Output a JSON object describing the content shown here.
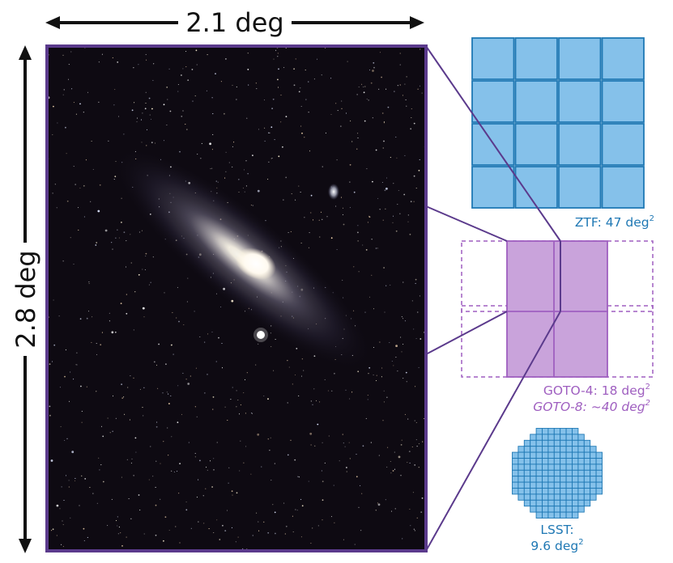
{
  "dimensions": {
    "width_label": "2.1 deg",
    "height_label": "2.8 deg"
  },
  "image": {
    "subject": "galaxy"
  },
  "ztf": {
    "label_prefix": "ZTF: 47 deg",
    "label_sup": "2",
    "color": "#1f78b4",
    "fill": "#85c1ea",
    "grid_cols": 4,
    "grid_rows": 4
  },
  "goto": {
    "goto4_prefix": "GOTO-4: 18 deg",
    "goto4_sup": "2",
    "goto8_prefix": "GOTO-8: ~40 deg",
    "goto8_sup": "2",
    "color": "#9f5fc0",
    "fill": "#c9a3db"
  },
  "lsst": {
    "line1": "LSST:",
    "line2_prefix": "9.6 deg",
    "line2_sup": "2",
    "color": "#1f78b4",
    "fill": "#85c1ea"
  },
  "colors": {
    "frame": "#5b3a8c",
    "arrow": "#111111",
    "connector": "#5b3a8c"
  }
}
